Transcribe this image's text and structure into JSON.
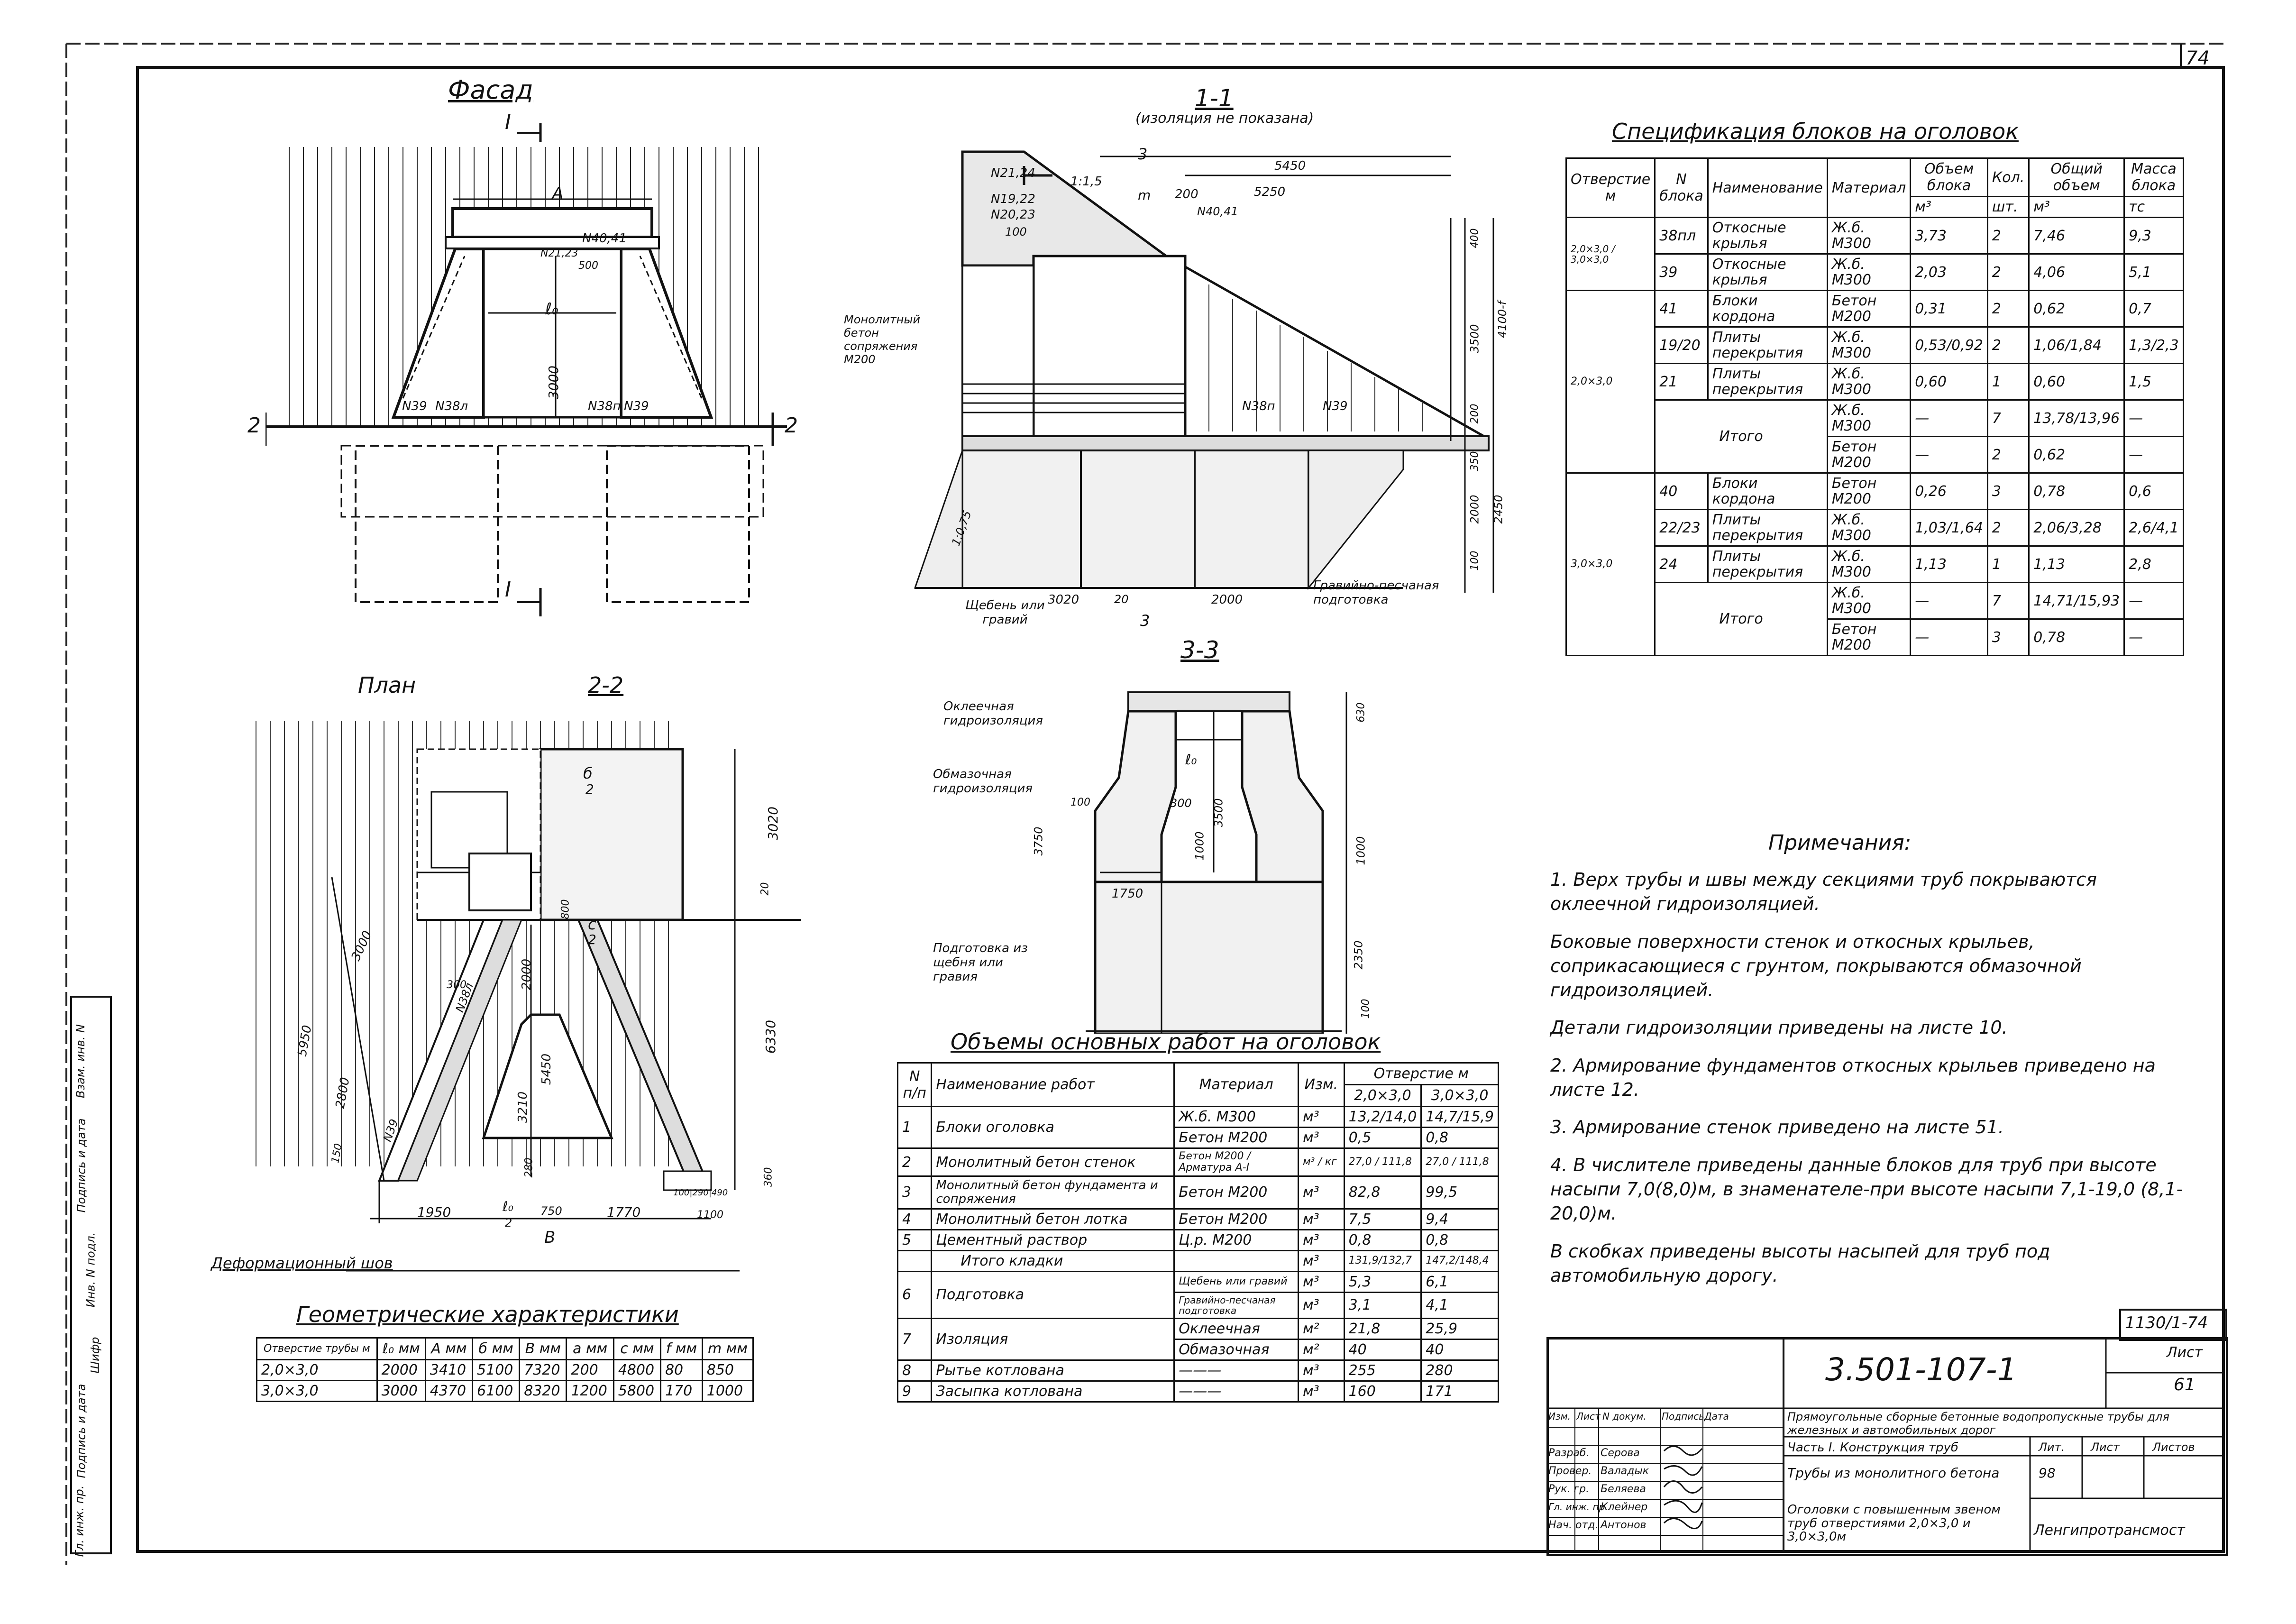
{
  "sheet": {
    "corner_number": "74",
    "code_box": "1130/1-74",
    "sheet_code": "3.501-107-1",
    "sheet_label": "Лист",
    "sheet_num": "61"
  },
  "views": {
    "facade": "Фасад",
    "plan": "План",
    "sec_1_1": "1-1",
    "sec_1_1_note": "(изоляция не показана)",
    "sec_2_2": "2-2",
    "sec_3_3": "3-3"
  },
  "facade": {
    "marks": [
      "I",
      "I",
      "2",
      "2"
    ],
    "A": "A",
    "n4041": "N40,41",
    "n2123": "N21,23",
    "dim_500": "500",
    "l0": "ℓ₀",
    "h3000": "3000",
    "n39l": "N39",
    "n38l": "N38л",
    "n38p": "N38п",
    "n39p": "N39"
  },
  "section11": {
    "n2124": "N21,24",
    "n1922": "N19,22",
    "n2023": "N20,23",
    "d100": "100",
    "slope": "1:1,5",
    "m": "m",
    "d200": "200",
    "d5450": "5450",
    "d5250": "5250",
    "n4041": "N40,41",
    "d400": "400",
    "d3500": "3500",
    "d4100": "4100-f",
    "d200b": "200",
    "monolith": "Монолитный бетон сопряжения M200",
    "n38p": "N38п",
    "n39": "N39",
    "d350": "350",
    "d2000": "2000",
    "d2450": "2450",
    "d100b": "100",
    "slope2": "1:0,75",
    "d3020": "3020",
    "d20": "20",
    "d2000b": "2000",
    "gravel": "Щебень или гравий",
    "sand": "Гравийно-песчаная подготовка",
    "d3": "3",
    "d3b": "3"
  },
  "plan": {
    "b": "б",
    "b2": "2",
    "d3020": "3020",
    "d20": "20",
    "d3000": "3000",
    "d5950": "5950",
    "d2800": "2800",
    "d300": "300",
    "d800": "800",
    "d2000": "2000",
    "c": "c",
    "c2": "2",
    "n38l": "N38л",
    "n39": "N39",
    "d5450": "5450",
    "d3210": "3210",
    "d280": "280",
    "d6330": "6330",
    "d150": "150",
    "d1950": "1950",
    "e0": "ℓ₀",
    "e02": "2",
    "d750": "750",
    "d1770": "1770",
    "d360": "360",
    "d1100": "1100",
    "dims490": "100|290|490",
    "B": "B",
    "joint": "Деформационный шов"
  },
  "section33": {
    "paste": "Оклеечная гидроизоляция",
    "coat": "Обмазочная гидроизоляция",
    "d630": "630",
    "e0": "ℓ₀",
    "d100": "100",
    "d300": "300",
    "d3500": "3500",
    "d3750": "3750",
    "d1000": "1000",
    "d1750": "1750",
    "d2350": "2350",
    "d100b": "100",
    "base": "Подготовка из щебня или гравия"
  },
  "spec": {
    "title": "Спецификация блоков на оголовок",
    "headers": {
      "opening": "Отверстие м",
      "num": "N блока",
      "name": "Наименование",
      "material": "Материал",
      "vol_block": "Объем блока",
      "count": "Кол.",
      "vol_total": "Общий объем",
      "mass": "Масса блока",
      "unit_m": "м",
      "unit_m3": "м³",
      "unit_sht": "шт.",
      "unit_m3b": "м³",
      "unit_tc": "тс"
    },
    "group1_label": "2,0×3,0 / 3,0×3,0",
    "group2_label": "2,0×3,0",
    "group3_label": "3,0×3,0",
    "rows": [
      {
        "num": "38пл",
        "name": "Откосные крылья",
        "mat": "Ж.б. М300",
        "vol": "3,73",
        "cnt": "2",
        "tot": "7,46",
        "mass": "9,3"
      },
      {
        "num": "39",
        "name": "Откосные крылья",
        "mat": "Ж.б. М300",
        "vol": "2,03",
        "cnt": "2",
        "tot": "4,06",
        "mass": "5,1"
      },
      {
        "num": "41",
        "name": "Блоки кордона",
        "mat": "Бетон М200",
        "vol": "0,31",
        "cnt": "2",
        "tot": "0,62",
        "mass": "0,7"
      },
      {
        "num": "19/20",
        "name": "Плиты перекрытия",
        "mat": "Ж.б. М300",
        "vol": "0,53/0,92",
        "cnt": "2",
        "tot": "1,06/1,84",
        "mass": "1,3/2,3"
      },
      {
        "num": "21",
        "name": "Плиты перекрытия",
        "mat": "Ж.б. М300",
        "vol": "0,60",
        "cnt": "1",
        "tot": "0,60",
        "mass": "1,5"
      },
      {
        "num": "",
        "name": "Итого",
        "mat": "Ж.б. М300",
        "vol": "—",
        "cnt": "7",
        "tot": "13,78/13,96",
        "mass": "—"
      },
      {
        "num": "",
        "name": "",
        "mat": "Бетон М200",
        "vol": "—",
        "cnt": "2",
        "tot": "0,62",
        "mass": "—"
      },
      {
        "num": "40",
        "name": "Блоки кордона",
        "mat": "Бетон М200",
        "vol": "0,26",
        "cnt": "3",
        "tot": "0,78",
        "mass": "0,6"
      },
      {
        "num": "22/23",
        "name": "Плиты перекрытия",
        "mat": "Ж.б. М300",
        "vol": "1,03/1,64",
        "cnt": "2",
        "tot": "2,06/3,28",
        "mass": "2,6/4,1"
      },
      {
        "num": "24",
        "name": "Плиты перекрытия",
        "mat": "Ж.б. М300",
        "vol": "1,13",
        "cnt": "1",
        "tot": "1,13",
        "mass": "2,8"
      },
      {
        "num": "",
        "name": "Итого",
        "mat": "Ж.б. М300",
        "vol": "—",
        "cnt": "7",
        "tot": "14,71/15,93",
        "mass": "—"
      },
      {
        "num": "",
        "name": "",
        "mat": "Бетон М200",
        "vol": "—",
        "cnt": "3",
        "tot": "0,78",
        "mass": "—"
      }
    ]
  },
  "volumes": {
    "title": "Объемы основных работ на оголовок",
    "headers": {
      "n": "N п/п",
      "name": "Наименование работ",
      "mat": "Материал",
      "unit": "Изм.",
      "opening": "Отверстие м",
      "c1": "2,0×3,0",
      "c2": "3,0×3,0"
    },
    "rows": [
      {
        "n": "1",
        "name": "Блоки оголовка",
        "mat": "Ж.б. М300",
        "unit": "м³",
        "v1": "13,2/14,0",
        "v2": "14,7/15,9"
      },
      {
        "n": "",
        "name": "",
        "mat": "Бетон М200",
        "unit": "м³",
        "v1": "0,5",
        "v2": "0,8"
      },
      {
        "n": "2",
        "name": "Монолитный бетон стенок",
        "mat": "Бетон М200 / Арматура А-I",
        "unit": "м³ / кг",
        "v1": "27,0 / 111,8",
        "v2": "27,0 / 111,8"
      },
      {
        "n": "3",
        "name": "Монолитный бетон фундамента и сопряжения",
        "mat": "Бетон М200",
        "unit": "м³",
        "v1": "82,8",
        "v2": "99,5"
      },
      {
        "n": "4",
        "name": "Монолитный бетон лотка",
        "mat": "Бетон М200",
        "unit": "м³",
        "v1": "7,5",
        "v2": "9,4"
      },
      {
        "n": "5",
        "name": "Цементный раствор",
        "mat": "Ц.р. М200",
        "unit": "м³",
        "v1": "0,8",
        "v2": "0,8"
      },
      {
        "n": "",
        "name": "Итого кладки",
        "mat": "",
        "unit": "м³",
        "v1": "131,9/132,7",
        "v2": "147,2/148,4"
      },
      {
        "n": "6",
        "name": "Подготовка",
        "mat": "Щебень или гравий",
        "unit": "м³",
        "v1": "5,3",
        "v2": "6,1"
      },
      {
        "n": "",
        "name": "",
        "mat": "Гравийно-песчаная подготовка",
        "unit": "м³",
        "v1": "3,1",
        "v2": "4,1"
      },
      {
        "n": "7",
        "name": "Изоляция",
        "mat": "Оклеечная",
        "unit": "м²",
        "v1": "21,8",
        "v2": "25,9"
      },
      {
        "n": "",
        "name": "",
        "mat": "Обмазочная",
        "unit": "м²",
        "v1": "40",
        "v2": "40"
      },
      {
        "n": "8",
        "name": "Рытье котлована",
        "mat": "———",
        "unit": "м³",
        "v1": "255",
        "v2": "280"
      },
      {
        "n": "9",
        "name": "Засыпка котлована",
        "mat": "———",
        "unit": "м³",
        "v1": "160",
        "v2": "171"
      }
    ]
  },
  "geometry": {
    "title": "Геометрические характеристики",
    "headers": [
      "Отверстие трубы м",
      "ℓ₀ мм",
      "A мм",
      "б мм",
      "B мм",
      "a мм",
      "c мм",
      "f мм",
      "m мм"
    ],
    "rows": [
      [
        "2,0×3,0",
        "2000",
        "3410",
        "5100",
        "7320",
        "200",
        "4800",
        "80",
        "850"
      ],
      [
        "3,0×3,0",
        "3000",
        "4370",
        "6100",
        "8320",
        "1200",
        "5800",
        "170",
        "1000"
      ]
    ]
  },
  "notes": {
    "title": "Примечания:",
    "items": [
      "1. Верх трубы и швы между секциями труб покрываются оклеечной гидроизоляцией.",
      "Боковые поверхности стенок и откосных крыльев, соприкасающиеся с грунтом, покрываются обмазочной гидроизоляцией.",
      "Детали гидроизоляции приведены на листе 10.",
      "2. Армирование фундаментов откосных крыльев приведено на листе 12.",
      "3. Армирование стенок приведено на листе 51.",
      "4. В числителе приведены данные блоков для труб при высоте насыпи 7,0(8,0)м, в знаменателе-при высоте насыпи 7,1-19,0 (8,1-20,0)м.",
      "В скобках приведены высоты насыпей для труб под автомобильную дорогу."
    ]
  },
  "stamp": {
    "project": "Прямоугольные сборные бетонные водопропускные трубы для железных и автомобильных дорог",
    "part": "Часть I. Конструкция труб",
    "col_lit": "Лит.",
    "col_sheet": "Лист",
    "col_sheets": "Листов",
    "subject": "Трубы из монолитного бетона",
    "subject_num": "98",
    "title": "Оголовки с повышенным звеном труб отверстиями 2,0×3,0 и 3,0×3,0м",
    "org": "Ленгипротрансмост",
    "head": [
      "Изм.",
      "Лист",
      "N докум.",
      "Подпись",
      "Дата"
    ],
    "people": [
      {
        "role": "Разраб.",
        "name": "Серова"
      },
      {
        "role": "Провер.",
        "name": "Валадык"
      },
      {
        "role": "Рук. гр.",
        "name": "Беляева"
      },
      {
        "role": "Гл. инж. пр.",
        "name": "Клейнер"
      },
      {
        "role": "Нач. отд.",
        "name": "Антонов"
      }
    ]
  },
  "side_stamp": [
    "Гл. инж. пр.",
    "Подпись и дата",
    "Шифр",
    "Инв. N подл.",
    "Подпись и дата",
    "Взам. инв. N"
  ]
}
